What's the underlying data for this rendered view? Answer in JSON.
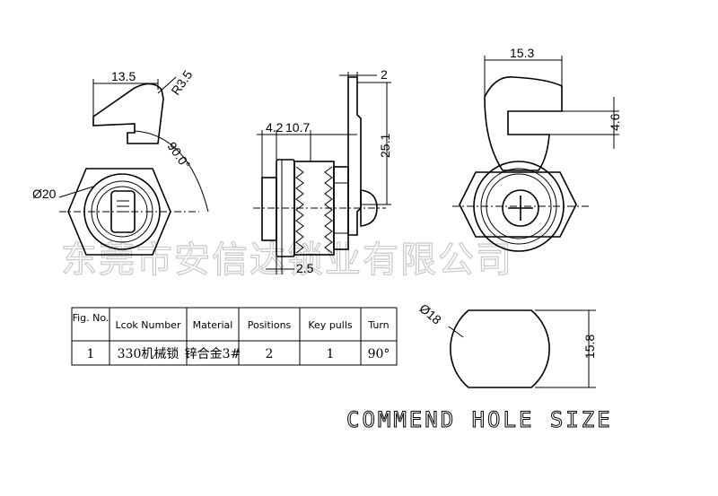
{
  "watermark": "东莞市安信达锁业有限公司",
  "front_view": {
    "dim_width": "13.5",
    "dim_radius": "R3.5",
    "dim_angle": "90.0°",
    "dim_diameter": "Ø20"
  },
  "side_view": {
    "dim_a": "4.2",
    "dim_b": "10.7",
    "dim_top": "2",
    "dim_height": "25.1",
    "dim_bottom": "2.5"
  },
  "rear_view": {
    "dim_width": "15.3",
    "dim_cam": "4.6"
  },
  "hole": {
    "dim_diameter": "Ø18",
    "dim_flat": "15.8"
  },
  "table": {
    "headers": [
      "Fig. No.",
      "Lcok Number",
      "Material",
      "Positions",
      "Key pulls",
      "Turn"
    ],
    "row": [
      "1",
      "330机械锁",
      "锌合金3#",
      "2",
      "1",
      "90°"
    ]
  },
  "caption": "COMMEND HOLE SIZE"
}
